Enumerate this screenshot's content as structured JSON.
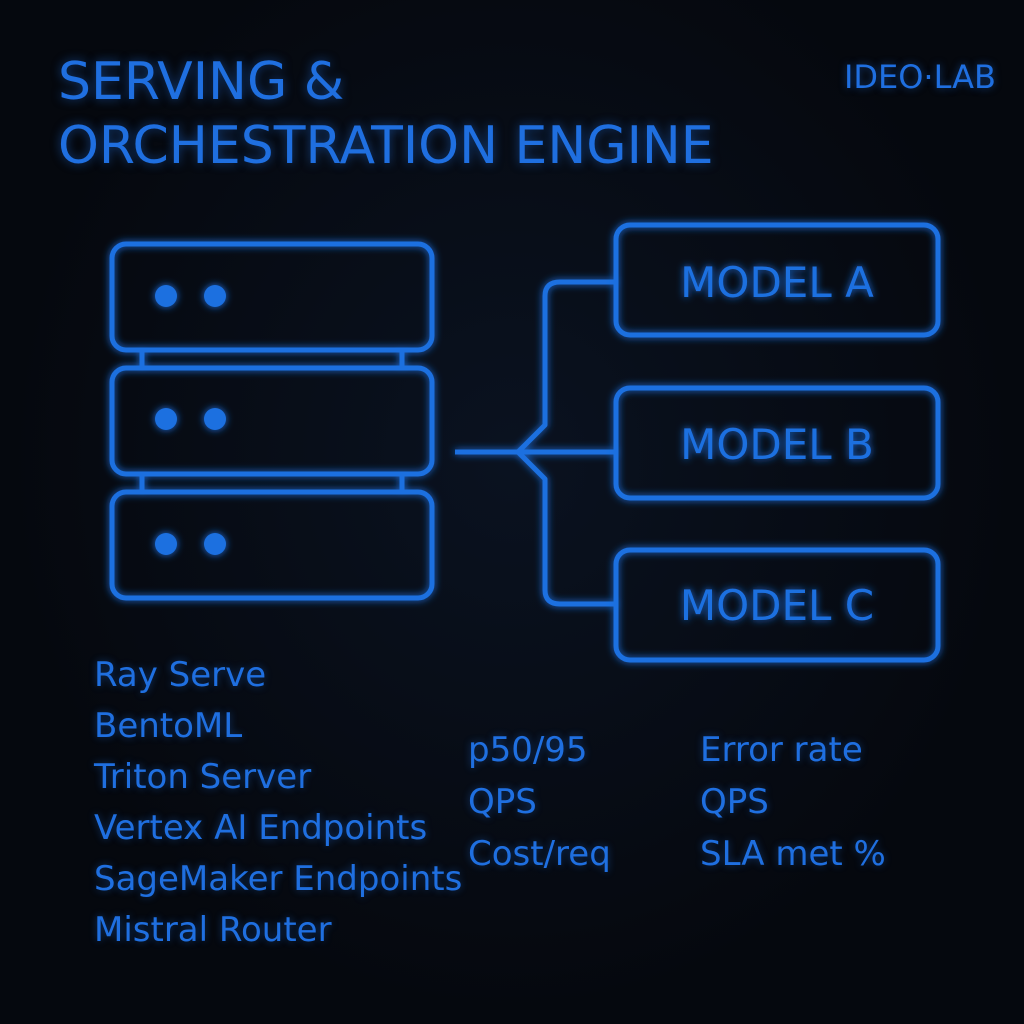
{
  "header": {
    "title_line1": "SERVING &",
    "title_line2": "ORCHESTRATION ENGINE",
    "brand": "IDEO·LAB"
  },
  "diagram": {
    "server_icon": "server-rack-icon",
    "models": [
      {
        "label": "MODEL A"
      },
      {
        "label": "MODEL B"
      },
      {
        "label": "MODEL C"
      }
    ]
  },
  "frameworks": [
    "Ray Serve",
    "BentoML",
    "Triton Server",
    "Vertex AI Endpoints",
    "SageMaker Endpoints",
    "Mistral Router"
  ],
  "metrics_left": [
    "p50/95",
    "QPS",
    "Cost/req"
  ],
  "metrics_right": [
    "Error rate",
    "QPS",
    "SLA met %"
  ],
  "colors": {
    "accent": "#1f6fe0",
    "background": "#05080e"
  }
}
